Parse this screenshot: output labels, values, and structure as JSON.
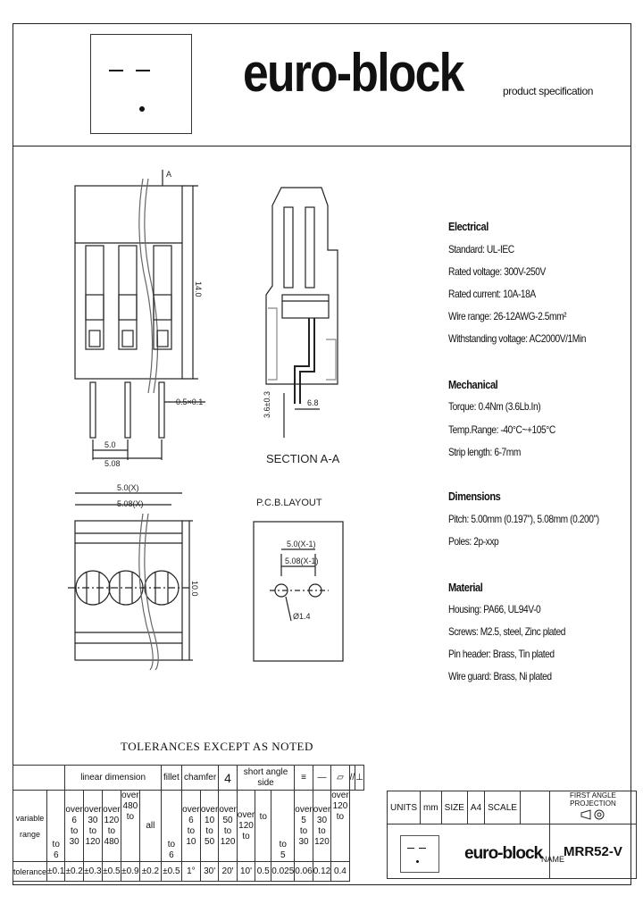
{
  "header": {
    "brand": "euro-block",
    "subtitle": "product specification"
  },
  "drawings": {
    "dim_height": "14.0",
    "dim_pin": "0.5×0.1",
    "dim_pitch": "5.0",
    "dim_pitch2": "5.08",
    "section_dim_left": "3.6±0.3",
    "section_dim_right": "6.8",
    "section_label": "SECTION A-A",
    "section_marker": "A",
    "pcb_label": "P.C.B.LAYOUT",
    "top_dim1": "5.0(X)",
    "top_dim2": "5.08(X)",
    "top_height": "10.0",
    "pcb_dim1": "5.0(X-1)",
    "pcb_dim2": "5.08(X-1)",
    "pcb_hole": "Ø1.4"
  },
  "specs": {
    "electrical": {
      "title": "Electrical",
      "lines": [
        "Standard: UL-IEC",
        "Rated voltage: 300V-250V",
        "Rated current: 10A-18A",
        "Wire range: 26-12AWG-2.5mm²",
        "Withstanding voltage: AC2000V/1Min"
      ]
    },
    "mechanical": {
      "title": "Mechanical",
      "lines": [
        "Torque: 0.4Nm (3.6Lb.In)",
        "Temp.Range: -40°C~+105°C",
        "Strip length: 6-7mm"
      ]
    },
    "dimensions": {
      "title": "Dimensions",
      "lines": [
        "Pitch: 5.00mm (0.197\"), 5.08mm (0.200\")",
        "Poles: 2p-xxp"
      ]
    },
    "material": {
      "title": "Material",
      "lines": [
        "Housing: PA66, UL94V-0",
        "Screws: M2.5, steel, Zinc plated",
        "Pin header: Brass, Tin plated",
        "Wire guard: Brass, Ni plated"
      ]
    }
  },
  "tolerance": {
    "title": "TOLERANCES EXCEPT AS NOTED",
    "headers": [
      "linear dimension",
      "fillet",
      "chamfer",
      "4",
      "short angle side",
      "≡",
      "—",
      "▱",
      "//",
      "⊥"
    ],
    "row_label_1": "variable",
    "row_label_2": "range",
    "range_top": [
      "",
      "over",
      "over",
      "over",
      "over",
      "",
      "",
      "over",
      "over",
      "over",
      "over",
      "",
      "over",
      "over",
      "over"
    ],
    "range_low": [
      "",
      "6",
      "30",
      "120",
      "480",
      "",
      "",
      "6",
      "10",
      "50",
      "120",
      "",
      "5",
      "30",
      "120"
    ],
    "range_to": [
      "to",
      "to",
      "to",
      "to",
      "to",
      "all",
      "to",
      "to",
      "to",
      "to",
      "to",
      "to",
      "to",
      "to",
      "to"
    ],
    "range_high": [
      "6",
      "30",
      "120",
      "480",
      "",
      "",
      "6",
      "10",
      "50",
      "120",
      "",
      "5",
      "30",
      "120",
      ""
    ],
    "tol_label": "tolerance",
    "tol_values": [
      "±0.1",
      "±0.2",
      "±0.3",
      "±0.5",
      "±0.9",
      "±0.2",
      "±0.5",
      "1°",
      "30'",
      "20'",
      "10'",
      "0.5",
      "0.025",
      "0.06",
      "0.12",
      "0.4"
    ]
  },
  "title_block": {
    "units_label": "UNITS",
    "units_value": "mm",
    "size_label": "SIZE",
    "size_value": "A4",
    "scale_label": "SCALE",
    "projection": "FIRST ANGLE PROJECTION",
    "brand": "euro-block",
    "name_label": "NAME",
    "part_name": "MRR52-V"
  }
}
